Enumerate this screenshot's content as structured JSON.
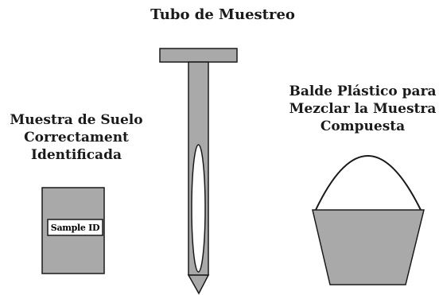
{
  "labels": {
    "tube_title": "Tubo de Muestreo",
    "sample_lines": [
      "Muestra de Suelo",
      "Correctament",
      "Identificada"
    ],
    "bucket_lines": [
      "Balde Plástico para",
      "Mezclar la Muestra",
      "Compuesta"
    ],
    "sample_id": "Sample ID"
  },
  "colors": {
    "fill_gray": "#a9a9a9",
    "outline": "#1a1a1a",
    "background": "#ffffff"
  },
  "icons": [
    "sampling-tube-icon",
    "soil-sample-bag-icon",
    "plastic-bucket-icon"
  ]
}
